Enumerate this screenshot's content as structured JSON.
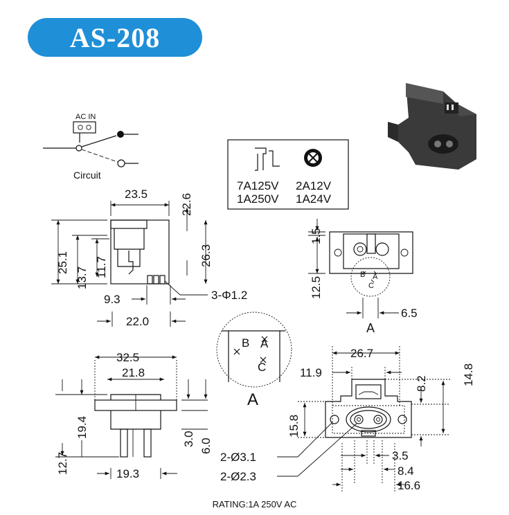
{
  "title": "AS-208",
  "circuit": {
    "ac_in_label": "AC IN",
    "label": "Circuit"
  },
  "ratings": {
    "ul_line1": "7A125V",
    "ul_line2": "1A250V",
    "csa_line1": "2A12V",
    "csa_line2": "1A24V"
  },
  "side_view": {
    "width_top": "23.5",
    "dim_22_6": "22.6",
    "dim_25_1": "25.1",
    "dim_13_7": "13.7",
    "dim_11_7": "11.7",
    "dim_26_3": "26.3",
    "dim_9_3": "9.3",
    "dim_22_0": "22.0",
    "pins": "3-Φ1.2"
  },
  "top_view": {
    "dim_1_5": "1.5",
    "dim_12_5": "12.5",
    "dim_6_5": "6.5",
    "detail_label": "A",
    "contact_a": "A",
    "contact_b": "B",
    "contact_c": "C"
  },
  "detail_a": {
    "label": "A",
    "contact_a": "A",
    "contact_b": "B",
    "contact_c": "C"
  },
  "front_view": {
    "dim_32_5": "32.5",
    "dim_21_8": "21.8",
    "dim_19_4": "19.4",
    "dim_12_7": "12.7",
    "dim_3_0": "3.0",
    "dim_6_0": "6.0",
    "dim_19_3": "19.3"
  },
  "panel_cutout": {
    "dim_26_7": "26.7",
    "dim_11_9": "11.9",
    "dim_8_2": "8.2",
    "dim_14_8": "14.8",
    "dim_15_8": "15.8",
    "hole_1": "2-Ø3.1",
    "hole_2": "2-Ø2.3",
    "dim_3_5": "3.5",
    "dim_8_4": "8.4",
    "dim_16_6": "16.6"
  },
  "rating_footer": "RATING:1A 250V AC",
  "colors": {
    "badge": "#1f8fd8",
    "product": "#3a3a3a"
  }
}
